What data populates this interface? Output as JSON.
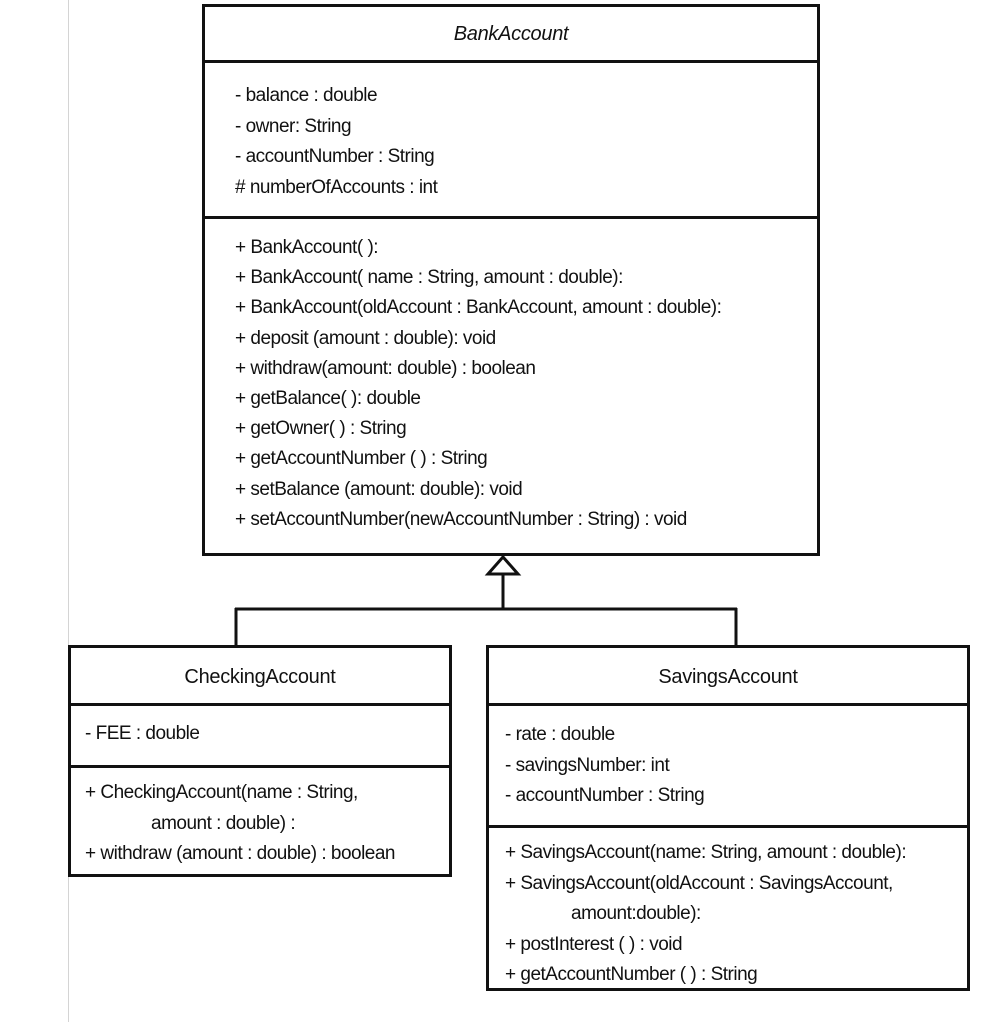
{
  "classes": {
    "bank_account": {
      "name": "BankAccount",
      "attributes": [
        "- balance : double",
        "- owner: String",
        "- accountNumber : String",
        "# numberOfAccounts : int"
      ],
      "operations": [
        "+ BankAccount( ):",
        "+ BankAccount( name : String, amount : double):",
        "+ BankAccount(oldAccount : BankAccount, amount :  double):",
        "+ deposit (amount : double): void",
        "+ withdraw(amount: double) : boolean",
        "+ getBalance( ): double",
        "+ getOwner( ) : String",
        "+ getAccountNumber ( ) : String",
        "+ setBalance (amount: double): void",
        "+ setAccountNumber(newAccountNumber : String) : void"
      ]
    },
    "checking_account": {
      "name": "CheckingAccount",
      "attributes": [
        "- FEE : double"
      ],
      "operations": [
        "+ CheckingAccount(name : String,",
        "amount : double) :",
        "+ withdraw (amount : double) : boolean"
      ]
    },
    "savings_account": {
      "name": "SavingsAccount",
      "attributes": [
        "- rate : double",
        "- savingsNumber: int",
        "- accountNumber : String"
      ],
      "operations": [
        "+ SavingsAccount(name: String, amount : double):",
        "+ SavingsAccount(oldAccount : SavingsAccount,",
        "amount:double):",
        "+ postInterest ( ) : void",
        "+ getAccountNumber ( ) : String"
      ]
    }
  }
}
